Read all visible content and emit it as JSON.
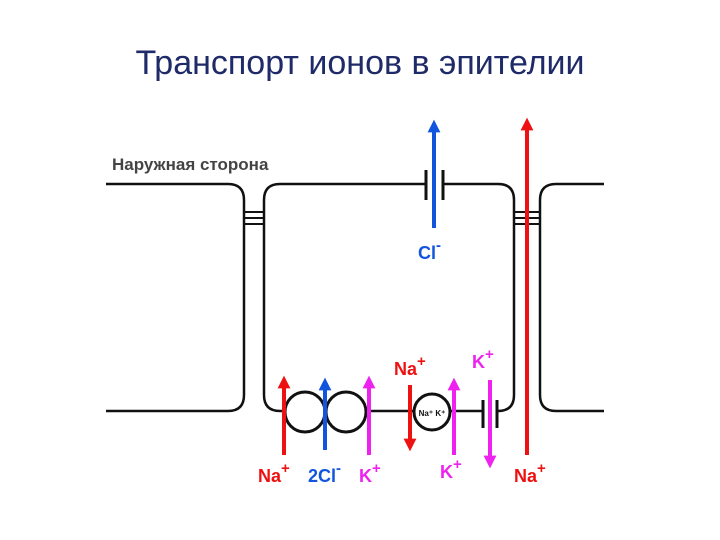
{
  "title": "Транспорт ионов в эпителии",
  "diagram": {
    "outer_side_label": "Наружная сторона",
    "ions": {
      "cl_top": "Cl",
      "cl_top_sup": "-",
      "na_mid": "Na",
      "na_mid_sup": "+",
      "k_mid": "K",
      "k_mid_sup": "+",
      "na_bottom": "Na",
      "na_bottom_sup": "+",
      "two_cl_bottom": "2Cl",
      "two_cl_bottom_sup": "-",
      "k_bottom1": "K",
      "k_bottom1_sup": "+",
      "k_bottom2": "K",
      "k_bottom2_sup": "+",
      "na_right": "Na",
      "na_right_sup": "+"
    },
    "pump_label": "Na⁺ K⁺",
    "colors": {
      "na": "#ee1111",
      "cl": "#1155dd",
      "k": "#ee22ee",
      "membrane": "#111111",
      "title": "#1f2a68",
      "label": "#444444"
    }
  }
}
